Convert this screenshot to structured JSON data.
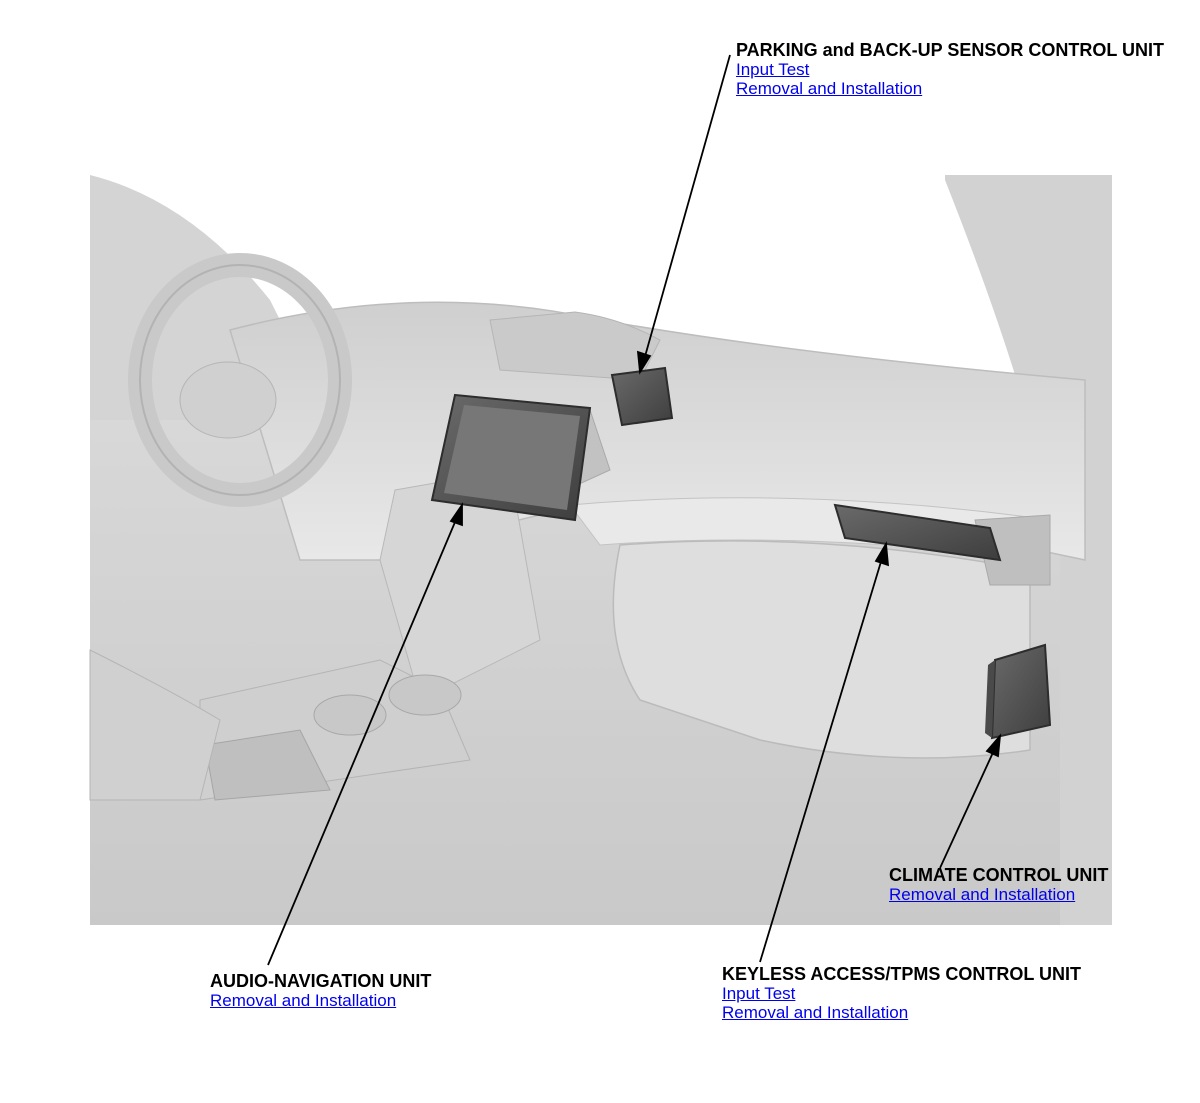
{
  "callouts": {
    "parking": {
      "title": "PARKING and BACK-UP SENSOR CONTROL UNIT",
      "links": [
        "Input Test",
        "Removal and Installation"
      ]
    },
    "audio": {
      "title": "AUDIO-NAVIGATION UNIT",
      "links": [
        "Removal and Installation"
      ]
    },
    "keyless": {
      "title": "KEYLESS ACCESS/TPMS CONTROL UNIT",
      "links": [
        "Input Test",
        "Removal and Installation"
      ]
    },
    "climate": {
      "title": "CLIMATE CONTROL UNIT",
      "links": [
        "Removal and Installation"
      ]
    }
  },
  "colors": {
    "link": "#0000ee",
    "illustration_bg": "#dcdcdc",
    "component": "#555555"
  }
}
